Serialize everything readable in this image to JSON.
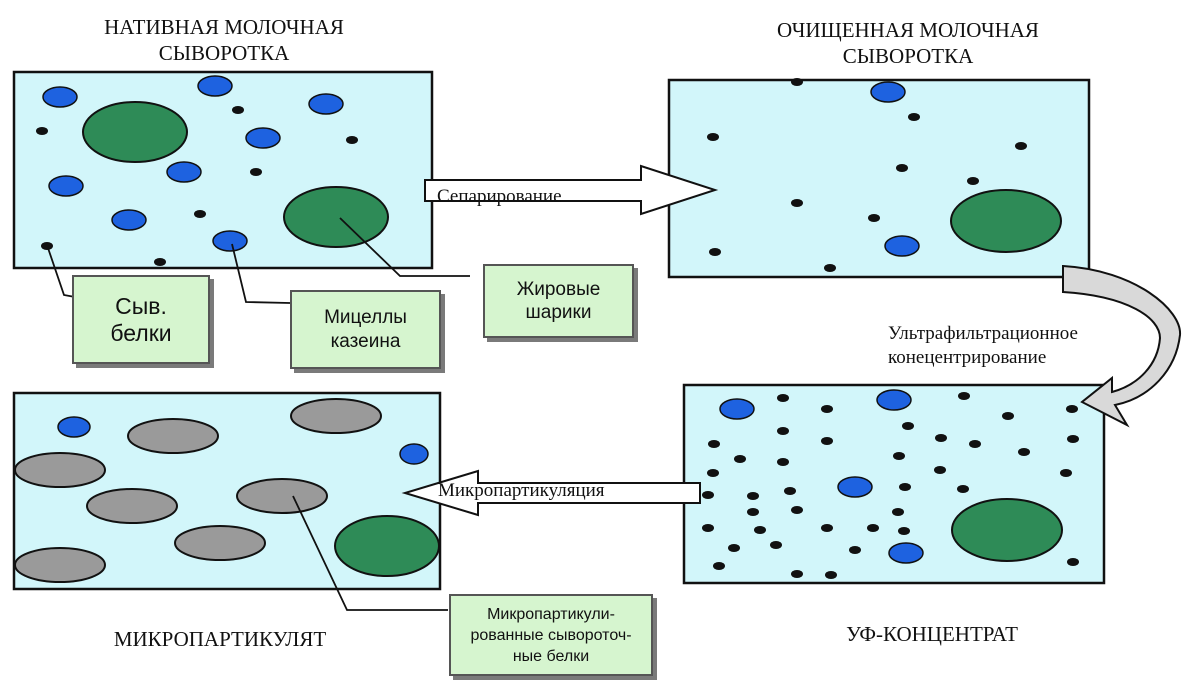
{
  "colors": {
    "panel_fill": "#d2f6fa",
    "casein_micelle": "#1e62e0",
    "fat_globule": "#2e8b57",
    "particle": "#111111",
    "microparticle": "#9a9a9a",
    "label_fill": "#d6f5cf"
  },
  "titles": {
    "native": [
      "НАТИВНАЯ МОЛОЧНАЯ",
      "СЫВОРОТКА"
    ],
    "purified": [
      "ОЧИЩЕННАЯ МОЛОЧНАЯ",
      "СЫВОРОТКА"
    ],
    "microparticulate": "МИКРОПАРТИКУЛЯТ",
    "uf_concentrate": "УФ-КОНЦЕНТРАТ"
  },
  "processes": {
    "separation": "Сепарирование",
    "ultrafiltration": [
      "Ультрафильтрационное",
      "конецентрирование"
    ],
    "microparticulation": "Микропартикуляция"
  },
  "labels": {
    "whey_proteins": [
      "Сыв.",
      "белки"
    ],
    "casein_micelles": [
      "Мицеллы",
      "казеина"
    ],
    "fat_globules": [
      "Жировые",
      "шарики"
    ],
    "microparticulated_proteins": [
      "Микропартикули-",
      "рованные сывороточ-",
      "ные белки"
    ]
  }
}
